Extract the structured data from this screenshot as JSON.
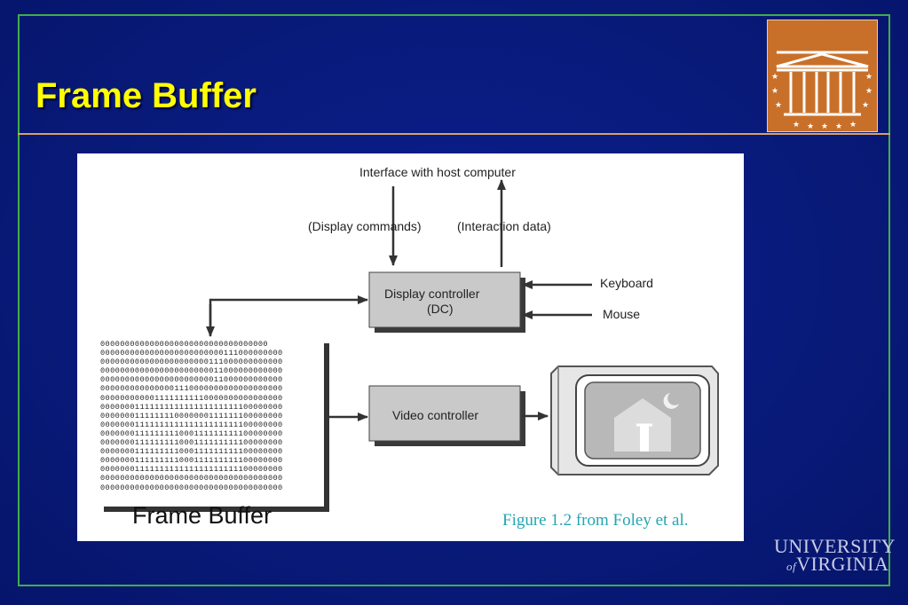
{
  "slide": {
    "title": "Frame Buffer"
  },
  "diagram": {
    "host_label": "Interface with host computer",
    "display_commands": "(Display commands)",
    "interaction_data": "(Interaction data)",
    "display_controller_line1": "Display controller",
    "display_controller_line2": "(DC)",
    "keyboard": "Keyboard",
    "mouse": "Mouse",
    "video_controller": "Video controller",
    "bit_rows": [
      "0000000000000000000000000000000000",
      "0000000000000000000000000111000000000",
      "0000000000000000000000111000000000000",
      "0000000000000000000000011000000000000",
      "0000000000000000000000011000000000000",
      "0000000000000001110000000000000000000",
      "0000000000011111111110000000000000000",
      "0000000111111111111111111111100000000",
      "0000000111111110000000111111100000000",
      "0000000111111111111111111111100000000",
      "0000000111111111000111111111100000000",
      "0000000111111111000111111111100000000",
      "0000000111111111000111111111100000000",
      "0000000111111111000111111111100000000",
      "0000000111111111111111111111100000000",
      "0000000000000000000000000000000000000",
      "0000000000000000000000000000000000000"
    ],
    "frame_buffer_caption": "Frame Buffer",
    "credit": "Figure 1.2 from Foley et al."
  },
  "footer": {
    "uva_line1": "UNIVERSITY",
    "uva_line2": "VIRGINIA",
    "uva_of": "of"
  },
  "colors": {
    "background": "#081a7a",
    "title": "#ffff00",
    "border": "#3fae49",
    "rule": "#d9a066",
    "logo": "#c8702a",
    "credit": "#22a6b3"
  }
}
